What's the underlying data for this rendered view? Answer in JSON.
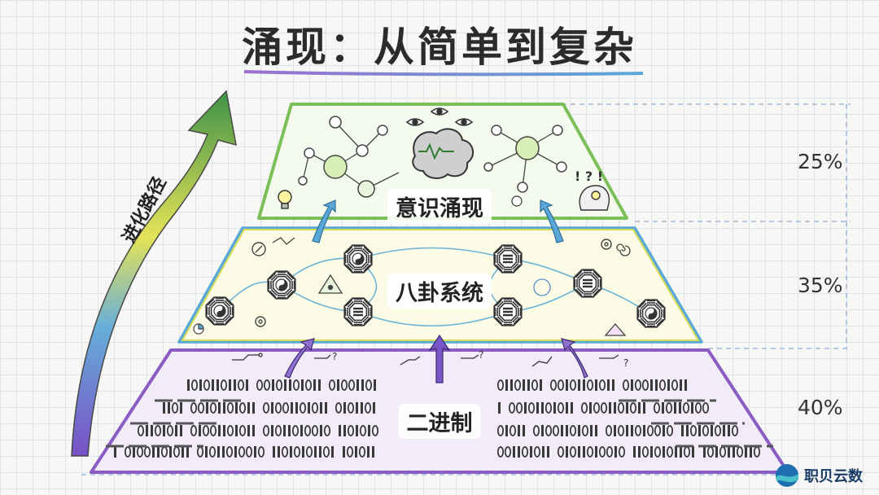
{
  "title": "涌现：从简单到复杂",
  "evolution_label": "进化路径",
  "tiers": [
    {
      "label": "意识涌现",
      "percent": "25%",
      "color": "#7bbf58"
    },
    {
      "label": "八卦系统",
      "percent": "35%",
      "color": "#cfd64a"
    },
    {
      "label": "二进制",
      "percent": "40%",
      "color": "#8a5cc4"
    }
  ],
  "binary_text": "1010110110100101101011010011010110101101001011010101101",
  "logo_text": "职贝云数",
  "colors": {
    "title_underline": "#9b6fd0",
    "arrow_top": "#2e7d32",
    "arrow_bottom": "#7b4fc8",
    "top_tier_stroke": "#7bbf58",
    "middle_tier_stroke": "#5aa8d8",
    "bottom_tier_stroke": "#8a5cc4",
    "up_arrow": "#7a57c8"
  },
  "icons": [
    "network-icon",
    "eye-icon",
    "brain-icon",
    "bulb-icon",
    "head-icon",
    "bagua-icon",
    "yin-yang-icon",
    "gear-icon",
    "compass-icon",
    "circuit-icon"
  ]
}
